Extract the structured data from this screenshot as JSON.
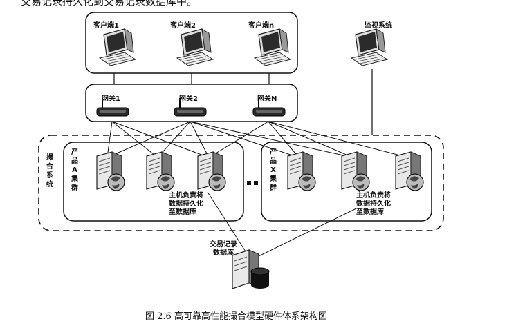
{
  "top_text": "交易记录持久化到交易记录数据库中。",
  "clients": [
    "客户端1",
    "客户端2",
    "客户端n"
  ],
  "monitor": "监视系统",
  "gateways": [
    "网关1",
    "网关2",
    "网关N"
  ],
  "matching_system": "撮合系统",
  "cluster_a": "产品A集群",
  "cluster_x": "产品X集群",
  "persist_note": [
    "主机负责将",
    "数据持久化",
    "至数据库"
  ],
  "database": [
    "交易记录",
    "数据库"
  ],
  "caption": "图 2.6 高可靠高性能撮合模型硬件体系架构图"
}
